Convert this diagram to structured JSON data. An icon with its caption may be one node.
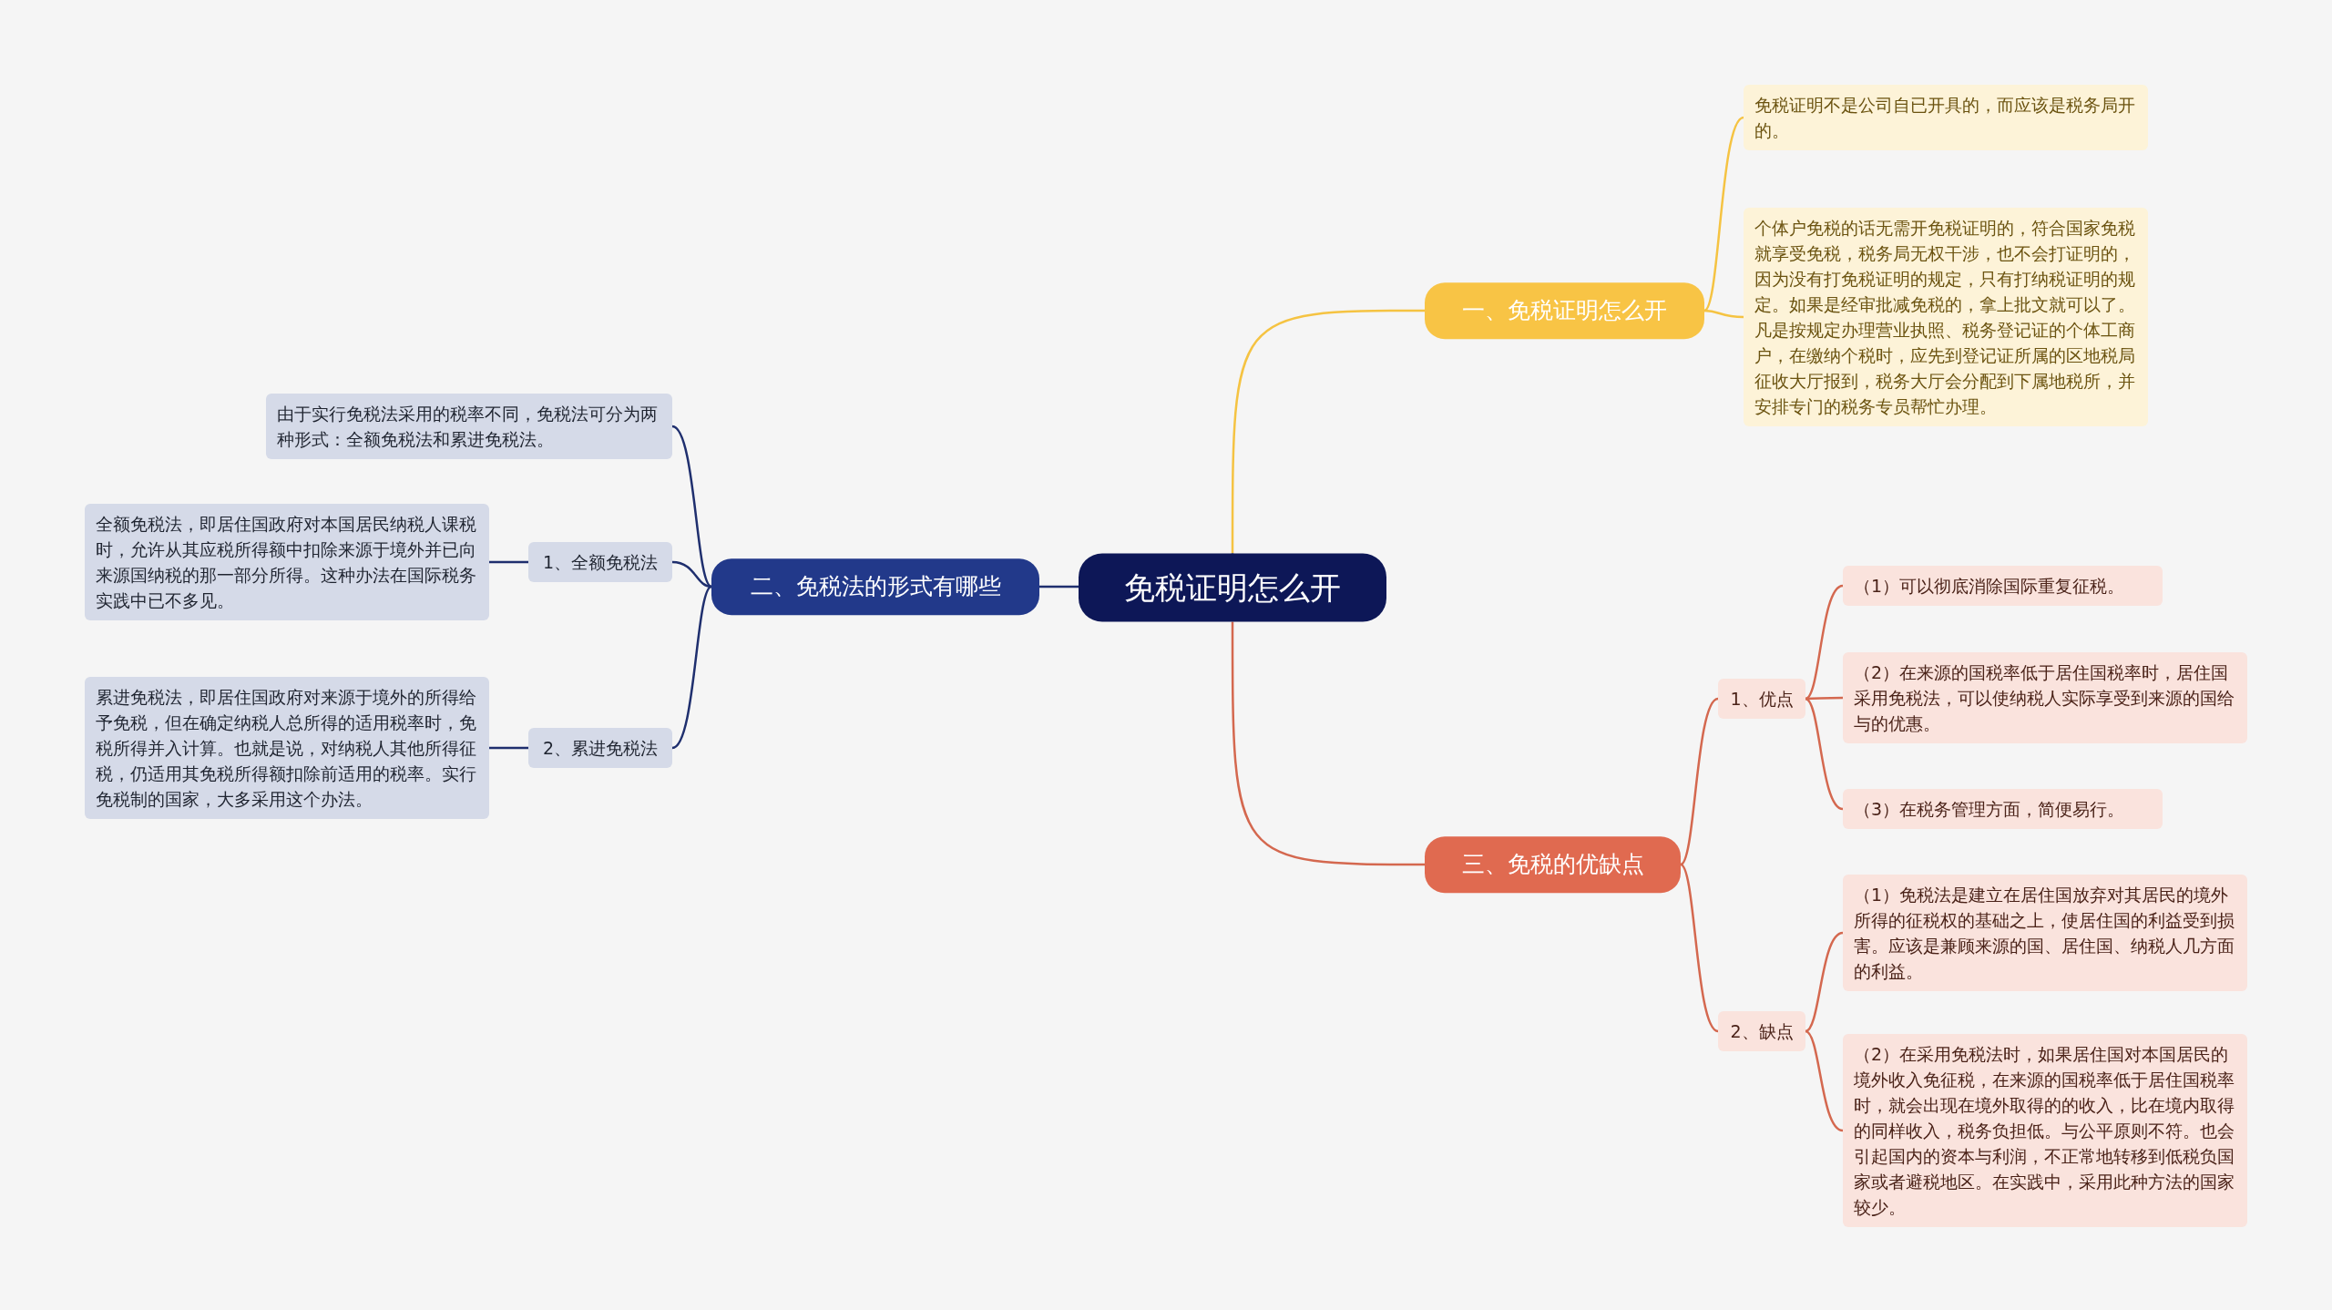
{
  "diagram": {
    "nodes": [
      {
        "text": [
          "免税证明怎么开"
        ]
      },
      {
        "text": [
          "一、免税证明怎么开"
        ]
      },
      {
        "text": [
          "免税证明不是公司自已开具的，而应该是税务局开的。"
        ]
      },
      {
        "text": [
          "个体户免税的话无需开免税证明的，符合国家免税就享受免税，税务局无权干涉，也不会打证明的，因为没有打免税证明的规定，只有打纳税证明的规定。如果是经审批减免税的，拿上批文就可以了。凡是按规定办理营业执照、税务登记证的个体工商户，在缴纳个税时，应先到登记证所属的区地税局征收大厅报到，税务大厅会分配到下属地税所，并安排专门的税务专员帮忙办理。"
        ]
      },
      {
        "text": [
          "二、免税法的形式有哪些"
        ]
      },
      {
        "text": [
          "由于实行免税法采用的税率不同，免税法可分为两种形式：全额免税法和累进免税法。"
        ]
      },
      {
        "text": [
          "1、全额免税法"
        ]
      },
      {
        "text": [
          "全额免税法，即居住国政府对本国居民纳税人课税时，允许从其应税所得额中扣除来源于境外并已向来源国纳税的那一部分所得。这种办法在国际税务实践中已不多见。"
        ]
      },
      {
        "text": [
          "2、累进免税法"
        ]
      },
      {
        "text": [
          "累进免税法，即居住国政府对来源于境外的所得给予免税，但在确定纳税人总所得的适用税率时，免税所得并入计算。也就是说，对纳税人其他所得征税，仍适用其免税所得额扣除前适用的税率。实行免税制的国家，大多采用这个办法。"
        ]
      },
      {
        "text": [
          "三、免税的优缺点"
        ]
      },
      {
        "text": [
          "1、优点"
        ]
      },
      {
        "text": [
          "（1）可以彻底消除国际重复征税。"
        ]
      },
      {
        "text": [
          "（2）在来源的国税率低于居住国税率时，居住国采用免税法，可以使纳税人实际享受到来源的国给与的优惠。"
        ]
      },
      {
        "text": [
          "（3）在税务管理方面，简便易行。"
        ]
      },
      {
        "text": [
          "2、缺点"
        ]
      },
      {
        "text": [
          "（1）免税法是建立在居住国放弃对其居民的境外所得的征税权的基础之上，使居住国的利益受到损害。应该是兼顾来源的国、居住国、纳税人几方面的利益。"
        ]
      },
      {
        "text": [
          "（2）在采用免税法时，如果居住国对本国居民的境外收入免征税，在来源的国税率低于居住国税率时，就会出现在境外取得的的收入，比在境内取得的同样收入，税务负担低。与公平原则不符。也会引起国内的资本与利润，不正常地转移到低税负国家或者避税地区。在实践中，采用此种方法的国家较少。"
        ]
      }
    ],
    "edges": [
      {
        "from": 0,
        "to": 1,
        "arrow": "none",
        "color": "#f5c342"
      },
      {
        "from": 1,
        "to": 2,
        "arrow": "none",
        "color": "#f5c342"
      },
      {
        "from": 1,
        "to": 3,
        "arrow": "none",
        "color": "#f5c342"
      },
      {
        "from": 0,
        "to": 4,
        "arrow": "none",
        "color": "#1f2f6e"
      },
      {
        "from": 4,
        "to": 5,
        "arrow": "none",
        "color": "#1f2f6e"
      },
      {
        "from": 4,
        "to": 6,
        "arrow": "none",
        "color": "#1f2f6e"
      },
      {
        "from": 6,
        "to": 7,
        "arrow": "none",
        "color": "#1f2f6e"
      },
      {
        "from": 4,
        "to": 8,
        "arrow": "none",
        "color": "#1f2f6e"
      },
      {
        "from": 8,
        "to": 9,
        "arrow": "none",
        "color": "#1f2f6e"
      },
      {
        "from": 0,
        "to": 10,
        "arrow": "none"
      },
      {
        "from": 10,
        "to": 11,
        "arrow": "none"
      },
      {
        "from": 11,
        "to": 12,
        "arrow": "none"
      },
      {
        "from": 11,
        "to": 13,
        "arrow": "none"
      },
      {
        "from": 11,
        "to": 14,
        "arrow": "none"
      },
      {
        "from": 10,
        "to": 15,
        "arrow": "none"
      },
      {
        "from": 15,
        "to": 16,
        "arrow": "none"
      },
      {
        "from": 15,
        "to": 17,
        "arrow": "none"
      }
    ]
  }
}
